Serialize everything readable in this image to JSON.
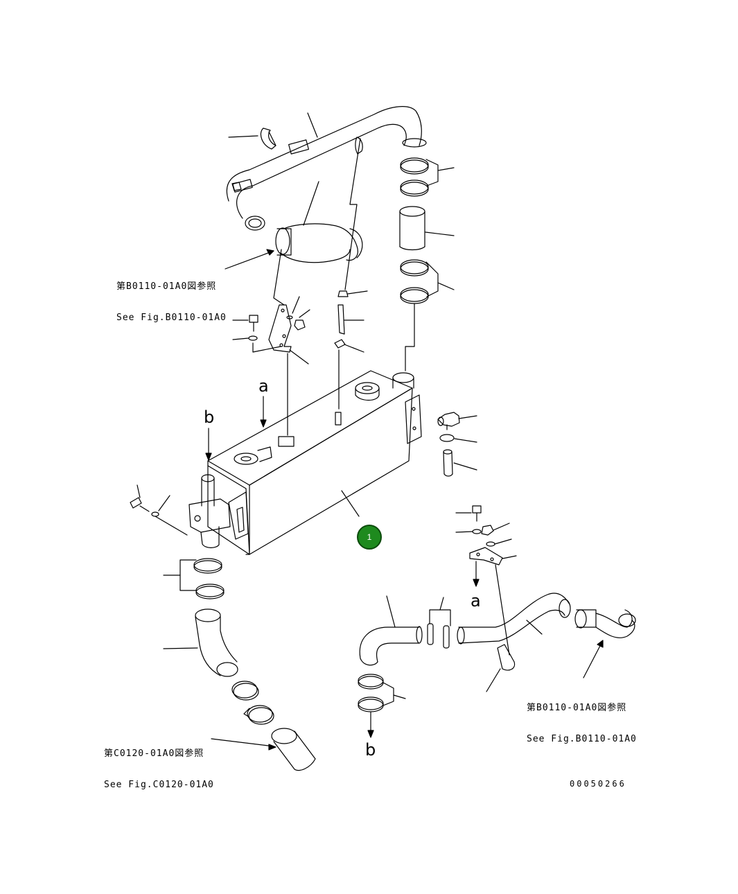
{
  "references": [
    {
      "id": "ref-top",
      "jp": "第B0110-01A0図参照",
      "en": "See Fig.B0110-01A0"
    },
    {
      "id": "ref-right",
      "jp": "第B0110-01A0図参照",
      "en": "See Fig.B0110-01A0"
    },
    {
      "id": "ref-bottom",
      "jp": "第C0120-01A0図参照",
      "en": "See Fig.C0120-01A0"
    }
  ],
  "markers": {
    "a": "a",
    "b": "b"
  },
  "callout": {
    "label": "1",
    "color": "#1e8a1e"
  },
  "drawing_number": "00050266"
}
